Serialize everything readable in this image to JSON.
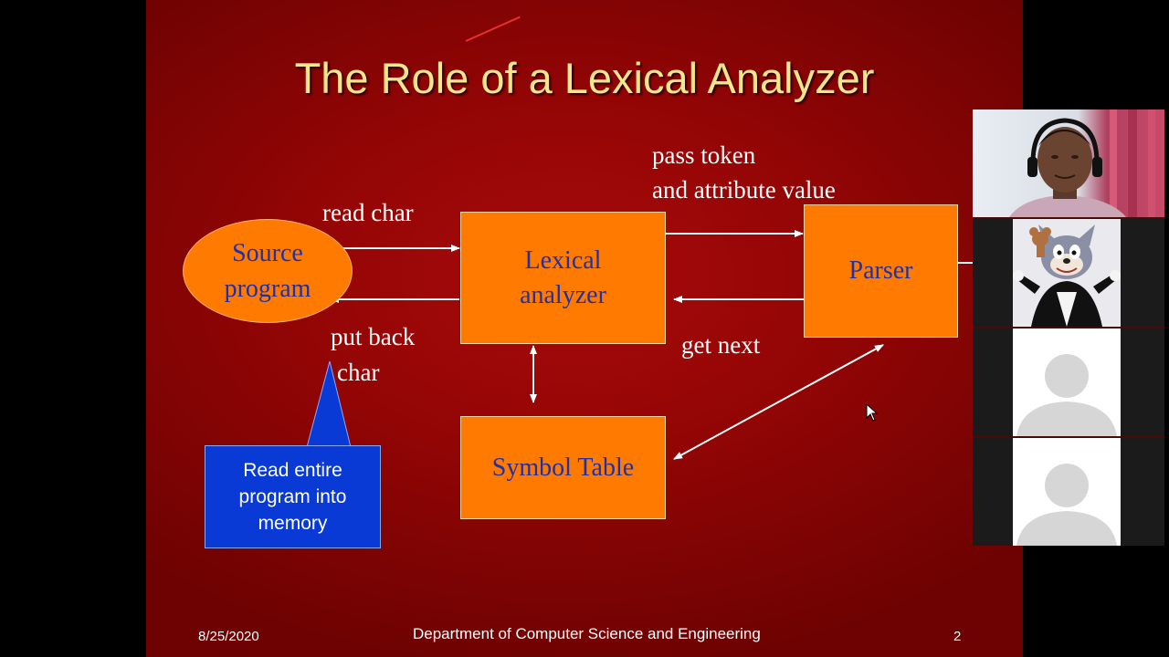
{
  "slide": {
    "title": "The Role of a Lexical Analyzer",
    "nodes": {
      "source_line1": "Source",
      "source_line2": "program",
      "lexer_line1": "Lexical",
      "lexer_line2": "analyzer",
      "parser": "Parser",
      "symbol_table": "Symbol Table"
    },
    "labels": {
      "read_char": "read char",
      "put_back_line1": "put back",
      "put_back_line2": "char",
      "pass_token_line1": "pass token",
      "pass_token_line2": "and attribute value",
      "get_next": "get next"
    },
    "callout": {
      "line1": "Read entire",
      "line2": "program into",
      "line3": "memory"
    },
    "footer": {
      "date": "8/25/2020",
      "department": "Department of Computer Science and Engineering",
      "page_number": "2"
    },
    "colors": {
      "background": "#930505",
      "title": "#f4e78e",
      "box_fill": "#ff7a00",
      "box_text": "#2030a8",
      "callout_fill": "#0a3ad6",
      "arrow": "#ffffff"
    }
  },
  "video_panel": {
    "participants": [
      {
        "kind": "camera-presenter"
      },
      {
        "kind": "cartoon-avatar"
      },
      {
        "kind": "default-avatar"
      },
      {
        "kind": "default-avatar"
      }
    ]
  }
}
